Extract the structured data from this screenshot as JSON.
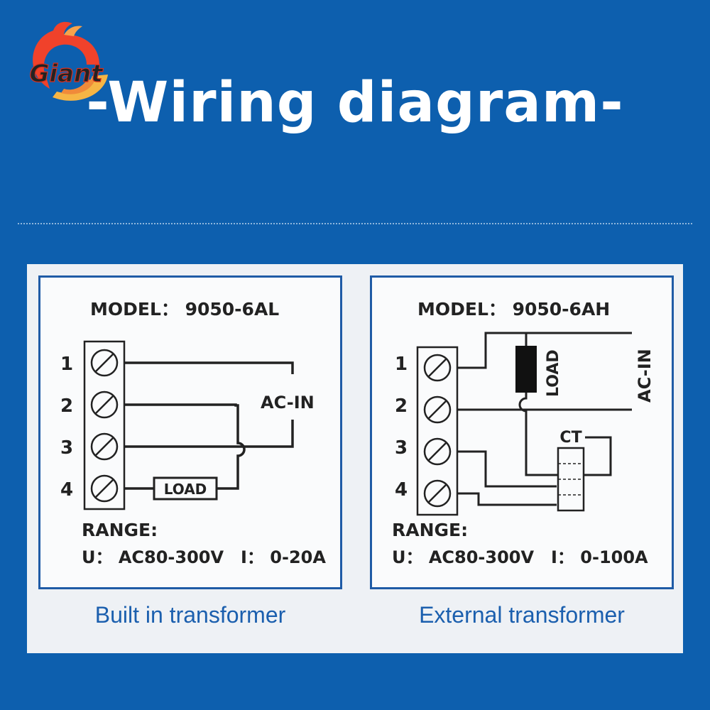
{
  "header": {
    "logo_text": "Giant",
    "title": "-Wiring diagram-"
  },
  "colors": {
    "background": "#0d5fae",
    "panel": "#eef1f5",
    "box_border": "#1f5ba6",
    "caption": "#1b5fae",
    "wire": "#222222"
  },
  "left_diagram": {
    "model": "MODEL： 9050-6AL",
    "terminals": [
      "1",
      "2",
      "3",
      "4"
    ],
    "load_label": "LOAD",
    "ac_in_label": "AC-IN",
    "range_title": "RANGE:",
    "range_u": "U： AC80-300V",
    "range_i": "I： 0-20A",
    "caption": "Built in transformer"
  },
  "right_diagram": {
    "model": "MODEL： 9050-6AH",
    "terminals": [
      "1",
      "2",
      "3",
      "4"
    ],
    "load_label": "LOAD",
    "ac_in_label": "AC-IN",
    "ct_label": "CT",
    "range_title": "RANGE:",
    "range_u": "U： AC80-300V",
    "range_i": "I： 0-100A",
    "caption": "External transformer"
  }
}
